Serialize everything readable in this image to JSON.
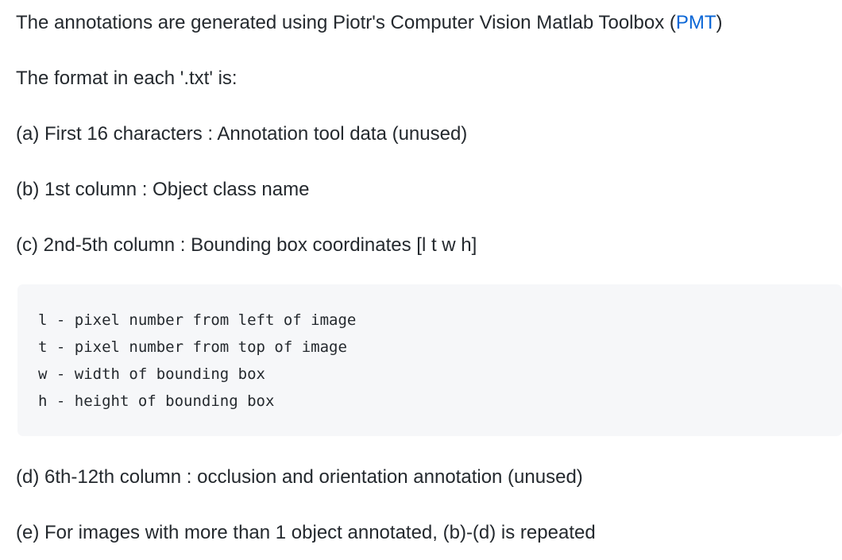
{
  "document": {
    "intro": {
      "prefix": "The annotations are generated using Piotr's Computer Vision Matlab Toolbox (",
      "link_text": "PMT",
      "suffix": ")"
    },
    "format_line": "The format in each '.txt' is:",
    "items": [
      "(a) First 16 characters : Annotation tool data (unused)",
      "(b) 1st column : Object class name",
      "(c) 2nd-5th column : Bounding box coordinates [l t w h]",
      "(d) 6th-12th column : occlusion and orientation annotation (unused)",
      "(e) For images with more than 1 object annotated, (b)-(d) is repeated"
    ],
    "code_block": {
      "lines": [
        "l - pixel number from left of image",
        "t - pixel number from top of image",
        "w - width of bounding box",
        "h - height of bounding box"
      ]
    },
    "colors": {
      "page_background": "#ffffff",
      "text": "#24292e",
      "link": "#0a66d6",
      "code_background": "#f6f7f9"
    }
  }
}
